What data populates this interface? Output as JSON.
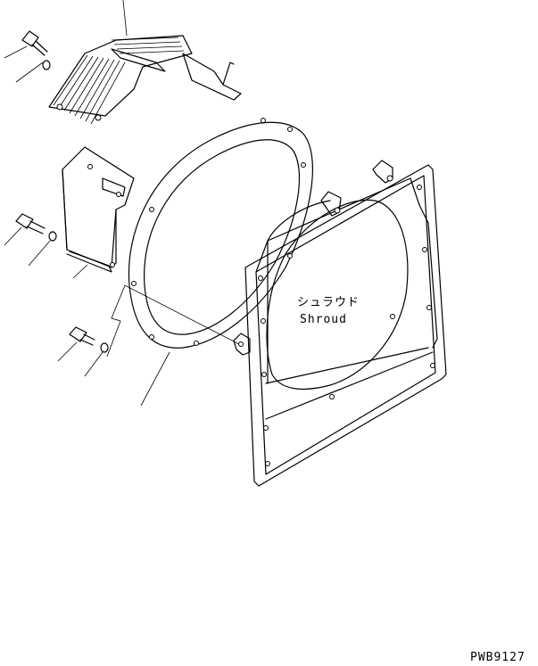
{
  "shroud_label_jp": "シュラウド",
  "shroud_label_en": "Shroud",
  "drawing_code": "PWB9127"
}
